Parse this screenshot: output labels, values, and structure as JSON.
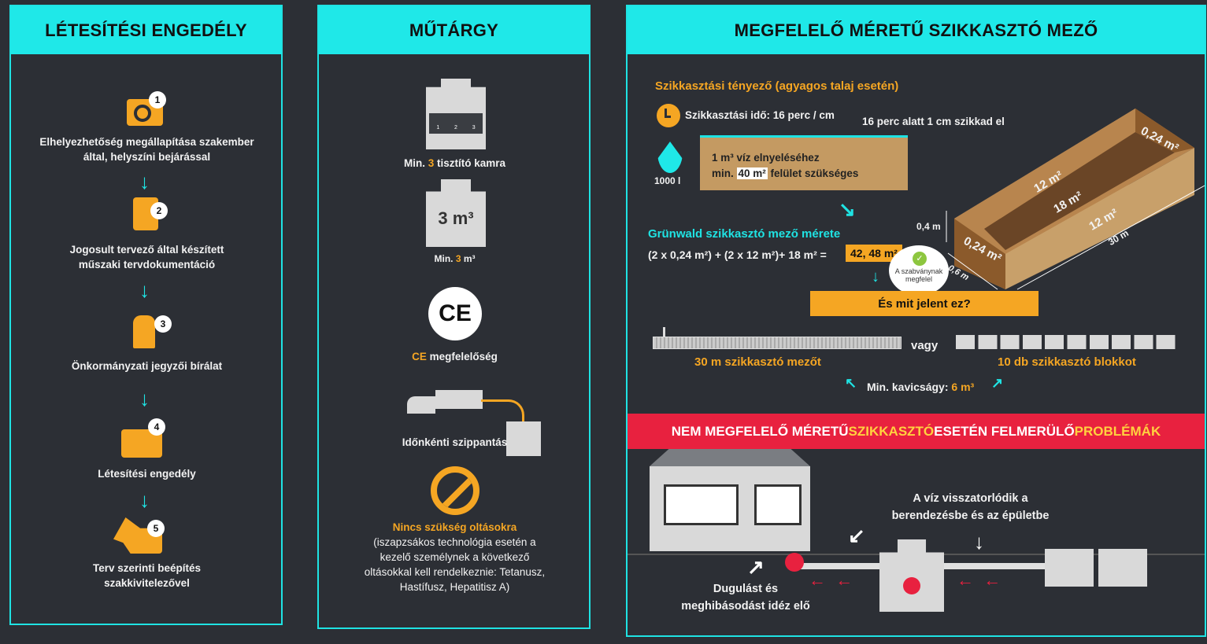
{
  "panel1": {
    "title": "LÉTESÍTÉSI ENGEDÉLY",
    "steps": [
      {
        "num": "1",
        "text": "Elhelyezhetőség megállapítása szakember által, helyszíni bejárással",
        "icon": "tape-measure-icon"
      },
      {
        "num": "2",
        "text": "Jogosult tervező által készített műszaki tervdokumentáció",
        "icon": "document-certificate-icon"
      },
      {
        "num": "3",
        "text": "Önkormányzati jegyzői bírálat",
        "icon": "stamp-icon"
      },
      {
        "num": "4",
        "text": "Létesítési engedély",
        "icon": "license-card-icon"
      },
      {
        "num": "5",
        "text": "Terv szerinti beépítés szakkivitelezővel",
        "icon": "excavator-icon"
      }
    ]
  },
  "panel2": {
    "title": "MŰTÁRGY",
    "chamber_labels": [
      "1",
      "2",
      "3"
    ],
    "chamber_pre": "Min. ",
    "chamber_num": "3",
    "chamber_post": " tisztító kamra",
    "volume_big": "3 m³",
    "volume_pre": "Min. ",
    "volume_num": "3",
    "volume_post": " m³",
    "ce_logo": "CE",
    "ce_pre": "CE",
    "ce_post": " megfelelőség",
    "pump_text": "Időnkénti szippantás",
    "vacc_title": "Nincs szükség oltásokra",
    "vacc_text": "(iszapzsákos technológia esetén a kezelő személynek a következő oltásokkal kell rendelkeznie: Tetanusz, Hastífusz, Hepatitisz A)"
  },
  "panel3": {
    "title": "MEGFELELŐ MÉRETŰ SZIKKASZTÓ MEZŐ",
    "factor_title": "Szikkasztási tényező (agyagos talaj esetén)",
    "time_text": "Szikkasztási idő: 16 perc / cm",
    "time_note": "16 perc alatt 1 cm szikkad el",
    "water_label": "1000 l",
    "box_line1": "1 m³ víz elnyeléséhez",
    "box_line2_pre": "min. ",
    "box_line2_hl": "40 m²",
    "box_line2_post": " felület szükséges",
    "size_title": "Grünwald szikkasztó mező mérete",
    "formula": "(2 x 0,24 m²) + (2 x 12 m²)+ 18 m² = ",
    "result": "42, 48 m²",
    "check_text": "A szabványnak megfelel",
    "question": "És mit jelent ez?",
    "dims": {
      "end": "0,24 m²",
      "side": "12 m²",
      "bottom": "18 m²",
      "height": "0,4 m",
      "width": "0,6 m",
      "length": "30 m"
    },
    "or_text": "vagy",
    "option1": "30 m szikkasztó mezőt",
    "option2": "10 db szikkasztó blokkot",
    "gravel_pre": "Min. kavicságy: ",
    "gravel_val": "6 m³",
    "problems_pre": "NEM MEGFELELŐ MÉRETŰ ",
    "problems_hl": "SZIKKASZTÓ",
    "problems_post": " ESETÉN FELMERÜLŐ ",
    "problems_end": "PROBLÉMÁK",
    "backflow_text": "A víz visszatorlódik a berendezésbe és az épületbe",
    "clog_text": "Dugulást és meghibásodást idéz elő"
  },
  "colors": {
    "cyan": "#1fe8e8",
    "orange": "#f5a623",
    "red": "#e8213f",
    "bg": "#2c2f35"
  }
}
